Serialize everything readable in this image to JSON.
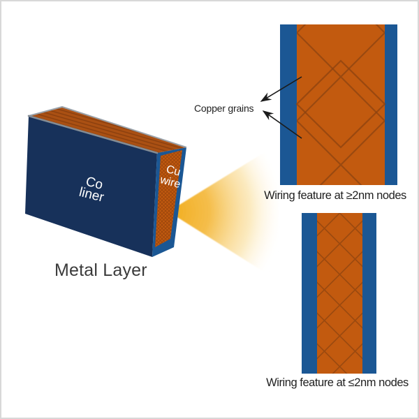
{
  "figure": {
    "metal_layer": {
      "caption": "Metal Layer",
      "co_liner_label": {
        "line1": "Co",
        "line2": "liner"
      },
      "cu_wire_label": {
        "line1": "Cu",
        "line2": "wire"
      }
    },
    "callout": {
      "copper_grains_label": "Copper grains"
    },
    "panel_top": {
      "caption": "Wiring feature at ≥2nm nodes"
    },
    "panel_bottom": {
      "caption": "Wiring feature at ≤2nm nodes"
    },
    "icons": {
      "beam": "zoom-beam-cone",
      "upper_arrow": "copper-grains-arrow-upper",
      "lower_arrow": "copper-grains-arrow-lower"
    },
    "colors": {
      "co_liner_navy": "#17315A",
      "liner_blue": "#1B5794",
      "copper_orange": "#C25A0F",
      "copper_top_face": "#AA5013",
      "grain_line_brown": "#8C4310",
      "beam_gold": "#F1AC1C",
      "edge_gray": "#939BA3",
      "caption_text": "#1F1F1F"
    }
  }
}
